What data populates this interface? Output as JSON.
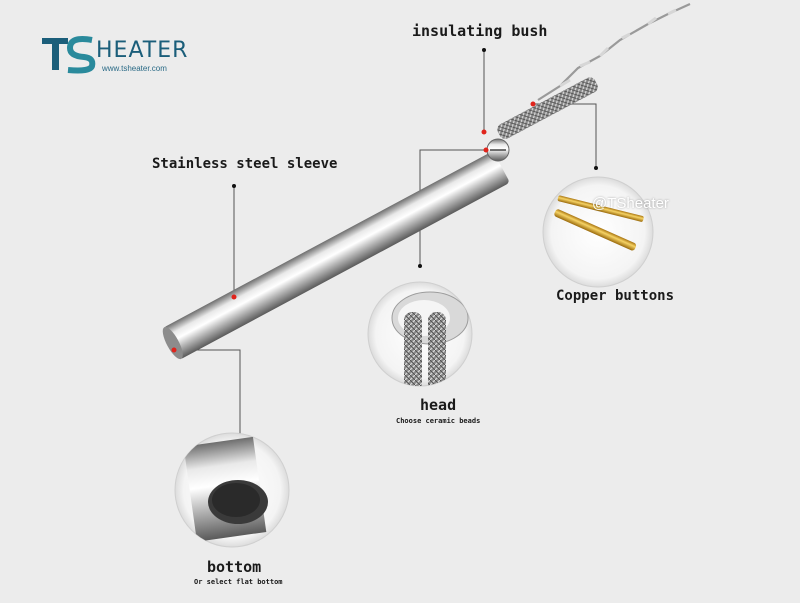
{
  "brand": {
    "logo_mark": "TS",
    "name": "HEATER",
    "url": "www.tsheater.com",
    "color": "#1b5e7a"
  },
  "watermark": "@TSheater",
  "labels": {
    "insulating_bush": "insulating bush",
    "sleeve": "Stainless steel sleeve",
    "copper": "Copper buttons",
    "head": "head",
    "head_sub": "Choose ceramic beads",
    "bottom": "bottom",
    "bottom_sub": "Or select flat bottom"
  },
  "colors": {
    "marker": "#e0241c",
    "leader": "#555555",
    "background": "#ececec"
  }
}
